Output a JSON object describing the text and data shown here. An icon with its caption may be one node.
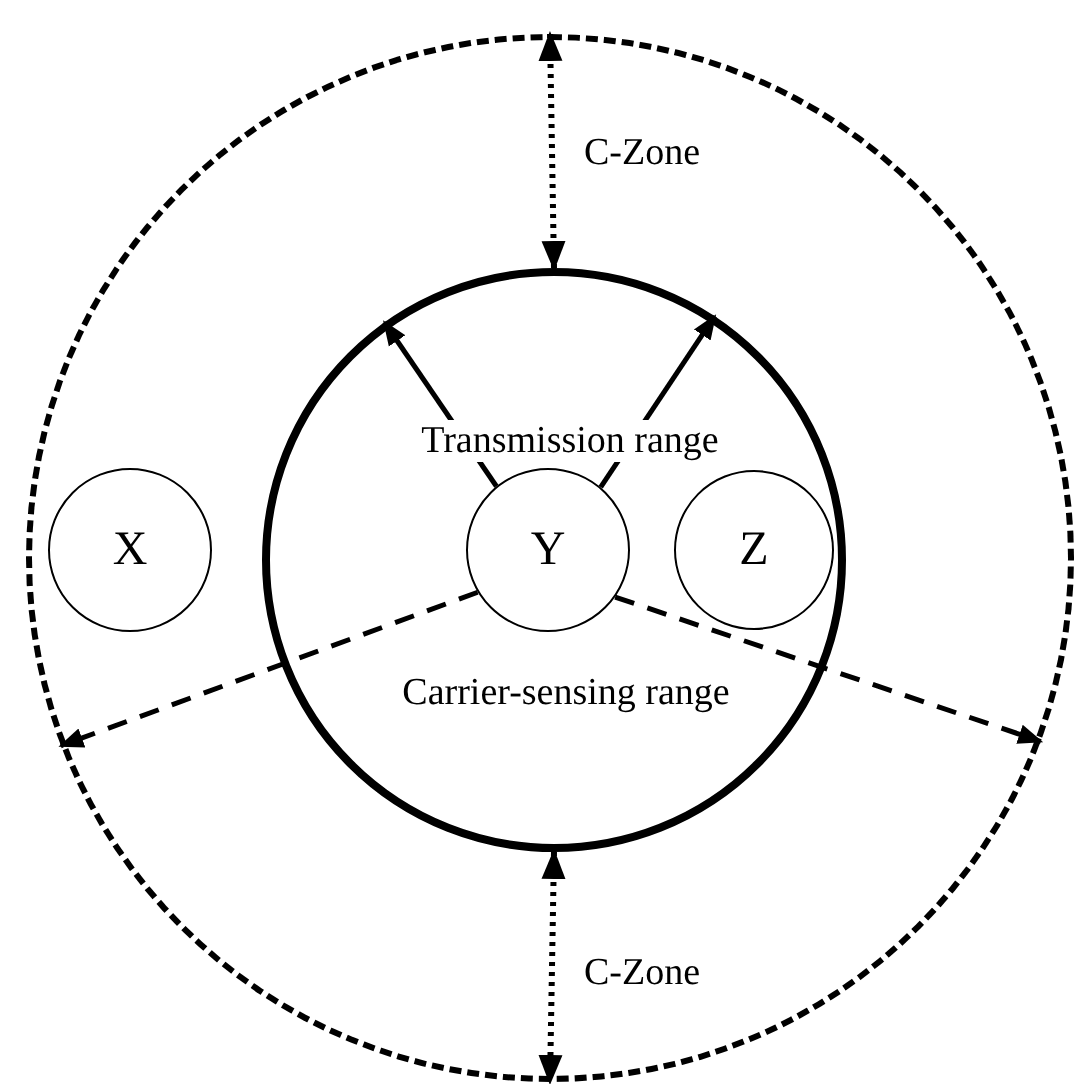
{
  "diagram": {
    "nodes": [
      {
        "text": [],
        "shape": "circle"
      },
      {
        "text": [],
        "shape": "circle",
        "in": 0
      },
      {
        "text": [
          "X"
        ],
        "in": 0
      },
      {
        "text": [
          "Y"
        ],
        "in": 1
      },
      {
        "text": [
          "Z"
        ],
        "in": 1
      }
    ],
    "edges": [
      {
        "from": 1,
        "to": 0,
        "arrow": "both",
        "label": "C-Zone",
        "style": "dashed"
      },
      {
        "from": 3,
        "to": 1,
        "arrow": "to"
      },
      {
        "from": 3,
        "to": 1,
        "arrow": "to"
      },
      {
        "from": 3,
        "to": 0,
        "arrow": "to",
        "style": "dashed"
      },
      {
        "from": 3,
        "to": 0,
        "arrow": "to",
        "style": "dashed"
      },
      {
        "from": 1,
        "to": 0,
        "arrow": "both",
        "label": "C-Zone",
        "style": "dashed"
      }
    ],
    "labels": [
      "Transmission range",
      "Carrier-sensing range"
    ]
  }
}
